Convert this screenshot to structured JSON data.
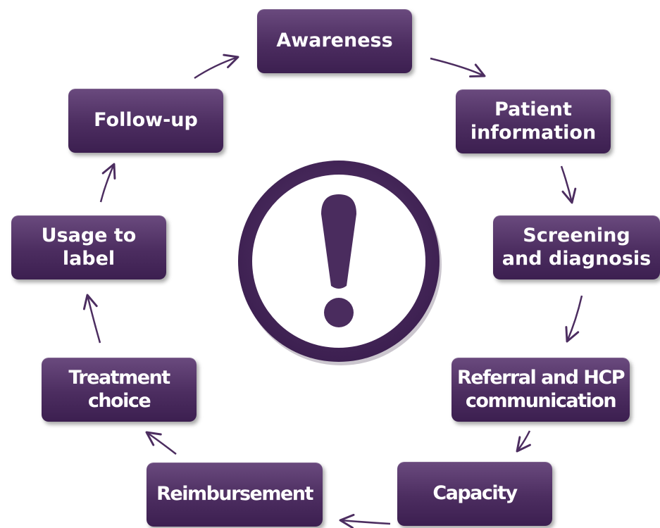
{
  "nodes": {
    "awareness": "Awareness",
    "patient_information": "Patient\ninformation",
    "screening_and_diagnosis": "Screening\nand diagnosis",
    "referral_and_hcp": "Referral and HCP\ncommunication",
    "capacity": "Capacity",
    "reimbursement": "Reimbursement",
    "treatment_choice": "Treatment\nchoice",
    "usage_to_label": "Usage to\nlabel",
    "follow_up": "Follow-up"
  },
  "center_icon": "exclamation-icon",
  "colors": {
    "node_fill": "#4c2d60",
    "node_text": "#ffffff",
    "arrow": "#4c2d60",
    "icon": "#4a2c5e"
  }
}
